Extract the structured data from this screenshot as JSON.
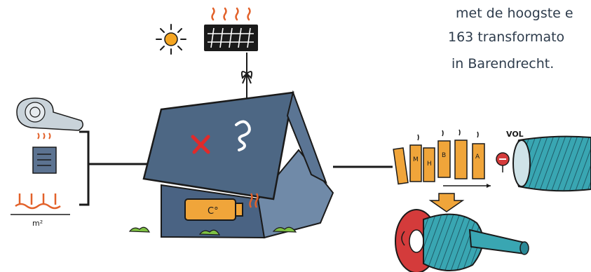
{
  "text_lines": [
    "met de hoogste e",
    "163 transformato",
    "in Barendrecht."
  ],
  "labels": {
    "vol": "VOL",
    "area_unit": "m²",
    "heater_temp": "C°",
    "battery_letters": [
      "M",
      "H",
      "B",
      "A"
    ]
  },
  "colors": {
    "roof": "#4d6784",
    "wall": "#4a6383",
    "boiler": "#f0a53a",
    "cable": "#39a6b2",
    "spool_red": "#d43b3b",
    "text": "#2e3c4c"
  },
  "icons": [
    "sun-icon",
    "solar-panel-icon",
    "heat-waves-icon",
    "insulation-roll-icon",
    "heat-pump-icon",
    "floor-heating-icon",
    "house-icon",
    "x-mark-icon",
    "scribble-icon",
    "boiler-icon",
    "battery-row-icon",
    "stop-sign-icon",
    "cable-bundle-icon",
    "cable-spool-icon",
    "arrow-down-icon"
  ]
}
